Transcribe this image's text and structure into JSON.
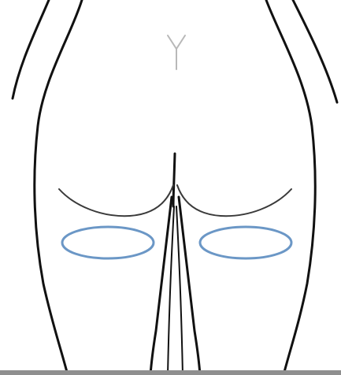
{
  "figure": {
    "kind": "anatomical outline, posterior view of buttocks",
    "colors": {
      "outline": "#111111",
      "crease": "#3a3a3a",
      "tailbone": "#b8b8b8",
      "target_area": "#6b97c6"
    },
    "marked_areas": [
      {
        "id": "left-target-area",
        "side": "left"
      },
      {
        "id": "right-target-area",
        "side": "right"
      }
    ]
  }
}
